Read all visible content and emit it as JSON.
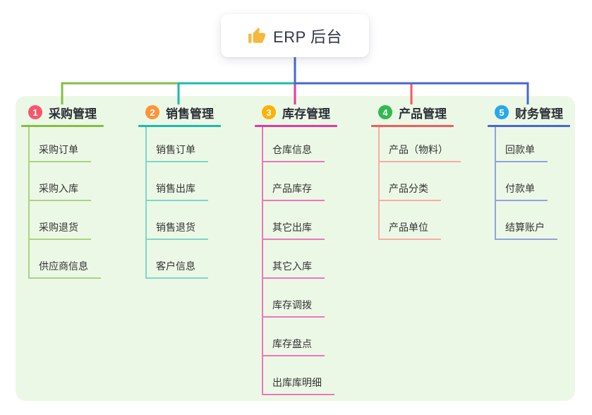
{
  "root": {
    "label": "ERP 后台",
    "icon": "thumbs-up",
    "line_color": "#4667d3"
  },
  "theme": {
    "canvas-bg": "#ffffff",
    "panel-bg": "#ecf8e6",
    "root-text": "#2f3545",
    "item-text": "#333333",
    "badge-text": "#ffffff",
    "thumb-color": "#f6b83c"
  },
  "branches": [
    {
      "index": "1",
      "title": "采购管理",
      "badge_color": "#f8566c",
      "line_color": "#82bf44",
      "light_color": "#a9d480",
      "items": [
        "采购订单",
        "采购入库",
        "采购退货",
        "供应商信息"
      ]
    },
    {
      "index": "2",
      "title": "销售管理",
      "badge_color": "#ff9436",
      "line_color": "#1fb9ad",
      "light_color": "#7cd8ca",
      "items": [
        "销售订单",
        "销售出库",
        "销售退货",
        "客户信息"
      ]
    },
    {
      "index": "3",
      "title": "库存管理",
      "badge_color": "#ffb100",
      "line_color": "#e23a9f",
      "light_color": "#f075bd",
      "items": [
        "仓库信息",
        "产品库存",
        "其它出库",
        "其它入库",
        "库存调拨",
        "库存盘点",
        "出库库明细"
      ]
    },
    {
      "index": "4",
      "title": "产品管理",
      "badge_color": "#2fb950",
      "line_color": "#f25b5b",
      "light_color": "#f8aca4",
      "items": [
        "产品（物料）",
        "产品分类",
        "产品单位"
      ]
    },
    {
      "index": "5",
      "title": "财务管理",
      "badge_color": "#2aa7ea",
      "line_color": "#4667d3",
      "light_color": "#8ea3e0",
      "items": [
        "回款单",
        "付款单",
        "结算账户"
      ]
    }
  ]
}
